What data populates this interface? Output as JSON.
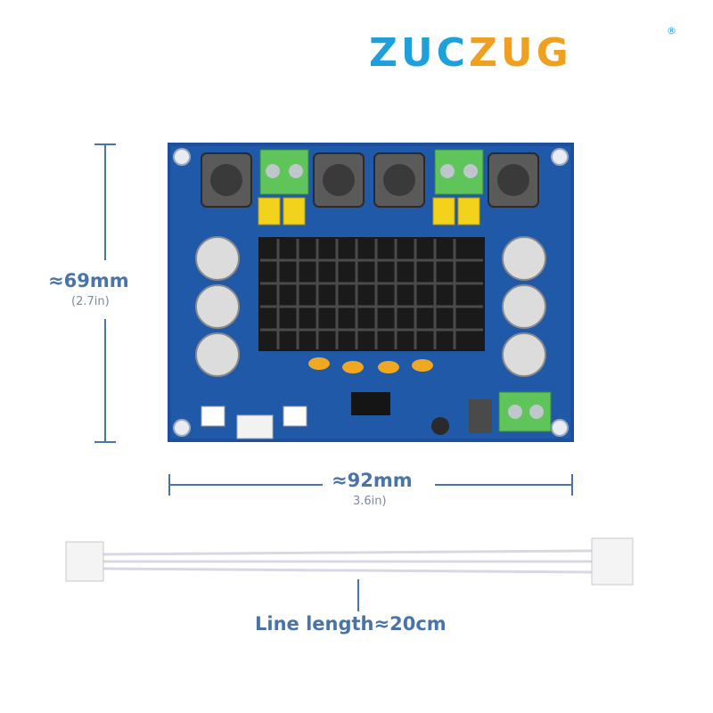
{
  "brand": {
    "left": "ZUC",
    "right": "ZUG",
    "reg": "®"
  },
  "dimensions": {
    "height_label": "≈69mm",
    "height_sub": "(2.7in)",
    "width_label": "≈92mm",
    "width_sub": "3.6in)",
    "cable_label": "Line length≈20cm"
  },
  "colors": {
    "brand_blue": "#1ea0dc",
    "brand_orange": "#f0a020",
    "dim_line": "#4a74a8",
    "pcb": "#1c4f9e"
  }
}
